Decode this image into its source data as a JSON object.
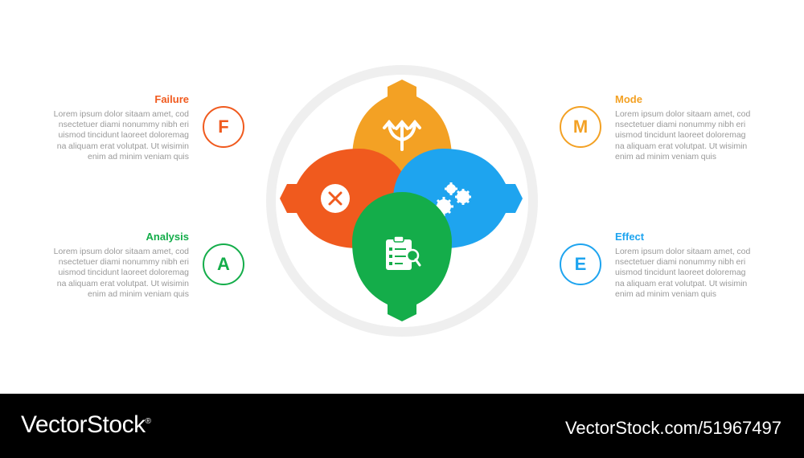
{
  "items": [
    {
      "letter": "F",
      "title": "Failure",
      "color": "#f05a1e",
      "icon": "x-icon",
      "text": "Lorem ipsum dolor sitaam amet, cod nsectetuer diami nonummy  nibh eri uismod tincidunt laoreet doloremag na aliquam erat volutpat. Ut wisimin enim ad minim veniam quis"
    },
    {
      "letter": "M",
      "title": "Mode",
      "color": "#f3a124",
      "icon": "arrows-split-icon",
      "text": "Lorem ipsum dolor sitaam amet, cod nsectetuer diami nonummy  nibh eri uismod tincidunt laoreet doloremag na aliquam erat volutpat. Ut wisimin enim ad minim veniam quis"
    },
    {
      "letter": "A",
      "title": "Analysis",
      "color": "#14ad4a",
      "icon": "clipboard-search-icon",
      "text": "Lorem ipsum dolor sitaam amet, cod nsectetuer diami nonummy  nibh eri uismod tincidunt laoreet doloremag na aliquam erat volutpat. Ut wisimin enim ad minim veniam quis"
    },
    {
      "letter": "E",
      "title": "Effect",
      "color": "#1ea4ef",
      "icon": "gears-icon",
      "text": "Lorem ipsum dolor sitaam amet, cod nsectetuer diami nonummy  nibh eri uismod tincidunt laoreet doloremag na aliquam erat volutpat. Ut wisimin enim ad minim veniam quis"
    }
  ],
  "footer": {
    "brand": "VectorStock",
    "brand_mark": "®",
    "ref": "VectorStock.com/51967497"
  },
  "colors": {
    "ring": "#efefef",
    "text": "#9a9a9a"
  }
}
